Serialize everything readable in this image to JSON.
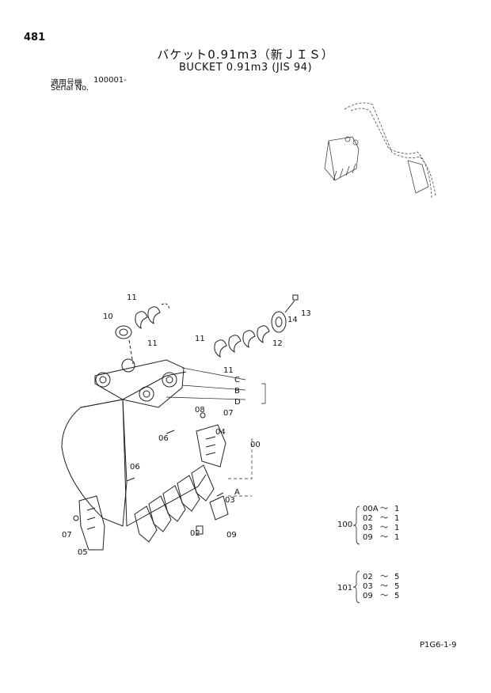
{
  "header": {
    "page_number": "481",
    "title_jp": "バケット0.91m3（新ＪＩＳ）",
    "title_en": "BUCKET 0.91m3 (JIS 94)",
    "serial_label_jp": "適用号機",
    "serial_label_en": "Serial No.",
    "serial_value": "100001-"
  },
  "part_labels": {
    "p10": "10",
    "p11a": "11",
    "p11b": "11",
    "p11c": "11",
    "p11d": "11",
    "p12": "12",
    "p13": "13",
    "p14": "14",
    "pC": "C",
    "pB": "B",
    "pD": "D",
    "pA": "A",
    "p08": "08",
    "p07a": "07",
    "p06a": "06",
    "p04": "04",
    "p00": "00",
    "p06b": "06",
    "p03": "03",
    "p02": "02",
    "p09": "09",
    "p07b": "07",
    "p05": "05"
  },
  "assemblies": [
    {
      "id": "100",
      "items": [
        {
          "part": "00A",
          "sep": "〜",
          "qty": "1"
        },
        {
          "part": "02",
          "sep": "〜",
          "qty": "1"
        },
        {
          "part": "03",
          "sep": "〜",
          "qty": "1"
        },
        {
          "part": "09",
          "sep": "〜",
          "qty": "1"
        }
      ]
    },
    {
      "id": "101",
      "items": [
        {
          "part": "02",
          "sep": "〜",
          "qty": "5"
        },
        {
          "part": "03",
          "sep": "〜",
          "qty": "5"
        },
        {
          "part": "09",
          "sep": "〜",
          "qty": "5"
        }
      ]
    }
  ],
  "footer_code": "P1G6-1-9"
}
